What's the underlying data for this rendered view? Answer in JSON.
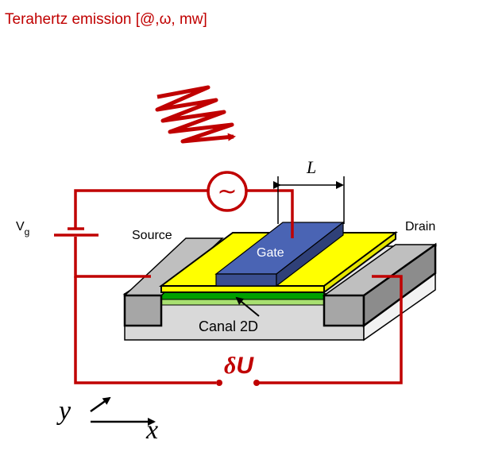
{
  "title": "Terahertz  emission [@,ω, mw]",
  "labels": {
    "vg_main": "V",
    "vg_sub": "g",
    "source": "Source",
    "drain": "Drain",
    "gate": "Gate",
    "length": "L",
    "canal": "Canal 2D",
    "ac_symbol": "~",
    "du_delta": "δ",
    "du_u": "U",
    "axis_y": "y",
    "axis_x": "x"
  },
  "colors": {
    "circuit": "#c00000",
    "gate": "#4a64b4",
    "contact_yellow": "#ffff00",
    "channel_green": "#00a000",
    "channel_light": "#a8e070",
    "electrode_grey": "#a6a6a6",
    "substrate": "#d9d9d9"
  }
}
